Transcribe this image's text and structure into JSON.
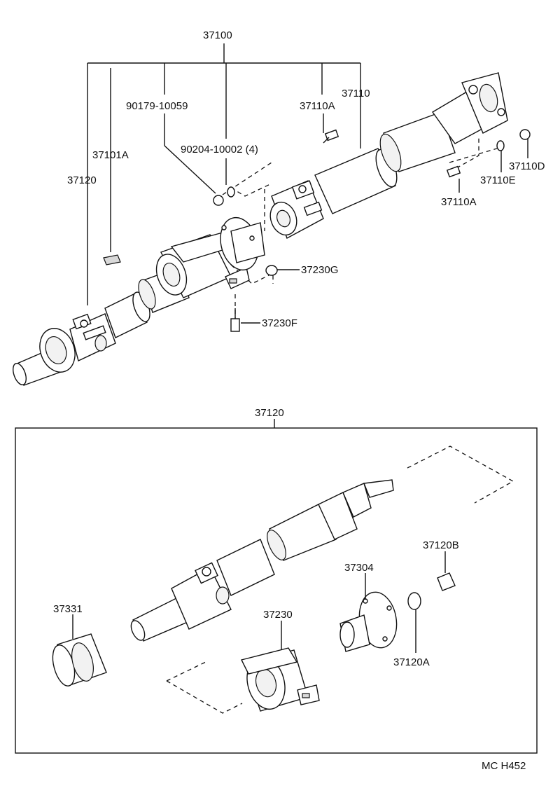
{
  "diagram": {
    "top_assembly": {
      "labels": {
        "p37100": "37100",
        "p90179": "90179-10059",
        "p37110A_top": "37110A",
        "p37110": "37110",
        "p37101A": "37101A",
        "p90204": "90204-10002 (4)",
        "p37120_left": "37120",
        "p37110D": "37110D",
        "p37110E": "37110E",
        "p37110A_right": "37110A",
        "p37230G": "37230G",
        "p37230F": "37230F"
      }
    },
    "detail_37120": {
      "title": "37120",
      "labels": {
        "p37120B": "37120B",
        "p37304": "37304",
        "p37331": "37331",
        "p37230": "37230",
        "p37120A": "37120A"
      }
    },
    "figure_code": "MC H452"
  }
}
